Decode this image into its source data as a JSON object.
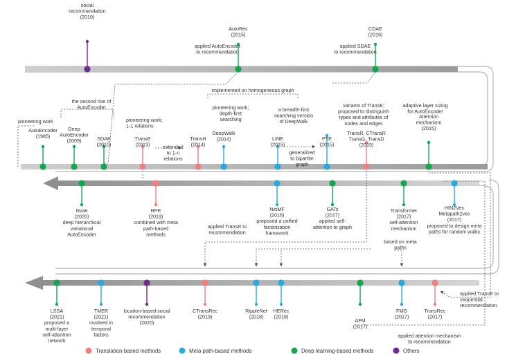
{
  "colors": {
    "translation": "#f07f7f",
    "metapath": "#27aae1",
    "deep": "#10a74e",
    "others": "#6b2c91",
    "track": "#a8a8a8",
    "text": "#333333"
  },
  "legend": [
    {
      "key": "translation",
      "label": "Translation-based methods",
      "icon": "circle"
    },
    {
      "key": "metapath",
      "label": "Meta path-based methods",
      "icon": "circle"
    },
    {
      "key": "deep",
      "label": "Deep learning-based methods",
      "icon": "circle"
    },
    {
      "key": "others",
      "label": "Others",
      "icon": "circle"
    }
  ],
  "nodes": [
    {
      "id": "social-rec",
      "cat": "others",
      "label": [
        "social",
        "recommendation",
        "(2010)"
      ]
    },
    {
      "id": "autorec",
      "cat": "deep",
      "label": [
        "AutoRec",
        "(2015)"
      ]
    },
    {
      "id": "cdae",
      "cat": "deep",
      "label": [
        "CDAE",
        "(2016)"
      ]
    },
    {
      "id": "autoencoder",
      "cat": "deep",
      "label": [
        "AutuEncoder",
        "(1985)"
      ]
    },
    {
      "id": "deep-autoencoder",
      "cat": "deep",
      "label": [
        "Deep",
        "AutoEncoder",
        "(2009)"
      ]
    },
    {
      "id": "sdae",
      "cat": "deep",
      "label": [
        "SDAE",
        "(2010)"
      ]
    },
    {
      "id": "transe",
      "cat": "translation",
      "label": [
        "TransE",
        "(2013)"
      ]
    },
    {
      "id": "transh",
      "cat": "translation",
      "label": [
        "TransH",
        "(2014)"
      ]
    },
    {
      "id": "deepwalk",
      "cat": "metapath",
      "label": [
        "DeepWalk",
        "(2014)"
      ]
    },
    {
      "id": "line",
      "cat": "metapath",
      "label": [
        "LINE",
        "(2015)"
      ]
    },
    {
      "id": "pte",
      "cat": "metapath",
      "label": [
        "PTE",
        "(2015)"
      ]
    },
    {
      "id": "transr-group",
      "cat": "translation",
      "label": [
        "TransR, CTransR",
        "TransG, TransD",
        "(2015)"
      ]
    },
    {
      "id": "attention",
      "cat": "deep",
      "label": [
        "Attention",
        "mechanism",
        "(2015)"
      ]
    },
    {
      "id": "nvae",
      "cat": "deep",
      "label": [
        "Nvae",
        "(2020)",
        "deep hierarchical",
        "variational",
        "AutoEncoder"
      ]
    },
    {
      "id": "rpe",
      "cat": "translation",
      "label": [
        "RPE",
        "(2019)",
        "combined with meta",
        "path-based",
        "methods"
      ]
    },
    {
      "id": "netmf",
      "cat": "metapath",
      "label": [
        "NetMF",
        "(2018)",
        "proposed a unified",
        "factorization",
        "framework"
      ]
    },
    {
      "id": "gats",
      "cat": "deep",
      "label": [
        "GATs",
        "(2017)",
        "applied self-",
        "attention to graph"
      ]
    },
    {
      "id": "transformer",
      "cat": "deep",
      "label": [
        "Transformer",
        "(2017)",
        "self-attention",
        "mechanism"
      ]
    },
    {
      "id": "hin2vec",
      "cat": "metapath",
      "label": [
        "HIN2Vec",
        "Metapath2vec",
        "(2017)",
        "proposed to design meta",
        "paths for random walks"
      ]
    },
    {
      "id": "lssa",
      "cat": "deep",
      "label": [
        "LSSA",
        "(2021)",
        "proposed a",
        "multi-layer",
        "self-attention",
        "network"
      ]
    },
    {
      "id": "tmer",
      "cat": "metapath",
      "label": [
        "TMER",
        "(2021)",
        "involved in",
        "temporal",
        "factors"
      ]
    },
    {
      "id": "location-social",
      "cat": "others",
      "label": [
        "location-based social",
        "recommendation",
        "(2020)"
      ]
    },
    {
      "id": "ctransrec",
      "cat": "translation",
      "label": [
        "CTransRec",
        "(2019)"
      ]
    },
    {
      "id": "ripplenet",
      "cat": "metapath",
      "label": [
        "RippleNet",
        "(2018)"
      ]
    },
    {
      "id": "herec",
      "cat": "metapath",
      "label": [
        "HERec",
        "(2018)"
      ]
    },
    {
      "id": "afm",
      "cat": "deep",
      "label": [
        "AFM",
        "(2017)"
      ]
    },
    {
      "id": "fmg",
      "cat": "metapath",
      "label": [
        "FMG",
        "(2017)"
      ]
    },
    {
      "id": "transrec",
      "cat": "translation",
      "label": [
        "TransRec",
        "(2017)"
      ]
    }
  ],
  "annotations": [
    {
      "id": "applied-autoencoder",
      "label": [
        "applied AutoEncoder",
        "to recommendation"
      ]
    },
    {
      "id": "applied-sdae",
      "label": [
        "applied SDAE",
        "to recommendation"
      ]
    },
    {
      "id": "second-rise",
      "label": [
        "the second rise of",
        "AutoEncoder"
      ]
    },
    {
      "id": "pioneering-work",
      "label": [
        "pioneering work"
      ]
    },
    {
      "id": "transe-pioneering",
      "label": [
        "pioneering work;",
        "1-1 relations"
      ]
    },
    {
      "id": "extended",
      "label": [
        "extended",
        "to 1-n",
        "relations"
      ]
    },
    {
      "id": "homogeneous",
      "label": [
        "implemented on homogeneous graph"
      ]
    },
    {
      "id": "deepwalk-note",
      "label": [
        "pioneering work;",
        "depth-first",
        "searching"
      ]
    },
    {
      "id": "line-note",
      "label": [
        "a breadth-first",
        "searching version",
        "of DeepWalk"
      ]
    },
    {
      "id": "generalized",
      "label": [
        "generalized",
        "to bipartite",
        "graph"
      ]
    },
    {
      "id": "variants",
      "label": [
        "variants of TransE;",
        "proposed to distinguish",
        "types and attributes of",
        "nodes and edges"
      ]
    },
    {
      "id": "adaptive",
      "label": [
        "adaptive layer sizing",
        "for AutoEncoder"
      ]
    },
    {
      "id": "applied-transr",
      "label": [
        "applied TransR to",
        "recommendation"
      ]
    },
    {
      "id": "based-meta",
      "label": [
        "based on meta",
        "paths"
      ]
    },
    {
      "id": "applied-transe",
      "label": [
        "applied TransE to",
        "sequential",
        "recommendation"
      ]
    },
    {
      "id": "applied-attention",
      "label": [
        "applied attention mechanism",
        "to recommendation"
      ]
    }
  ]
}
